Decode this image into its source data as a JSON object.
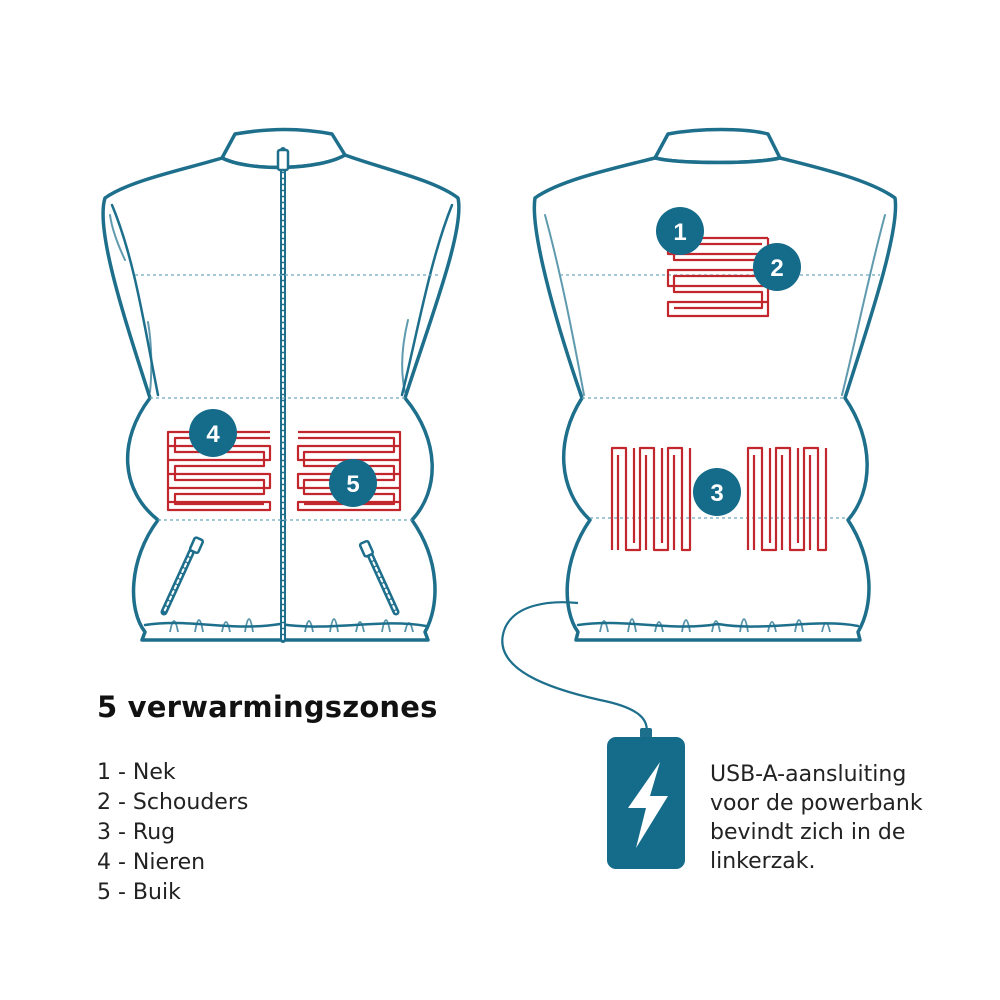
{
  "colors": {
    "outline": "#1d6f8c",
    "seam": "#6fa8bd",
    "heater": "#c2272d",
    "badge": "#146b8a",
    "text": "#222222"
  },
  "badges": {
    "zone1": "1",
    "zone2": "2",
    "zone3": "3",
    "zone4": "4",
    "zone5": "5"
  },
  "heading": "5 verwarmingszones",
  "legend": [
    {
      "label": "1 - Nek"
    },
    {
      "label": "2 - Schouders"
    },
    {
      "label": "3 - Rug"
    },
    {
      "label": "4 - Nieren"
    },
    {
      "label": "5 - Buik"
    }
  ],
  "powerbank": {
    "icon": "lightning-bolt-icon",
    "note_lines": [
      "USB-A-aansluiting",
      "voor de powerbank",
      "bevindt zich in de",
      "linkerzak."
    ]
  }
}
